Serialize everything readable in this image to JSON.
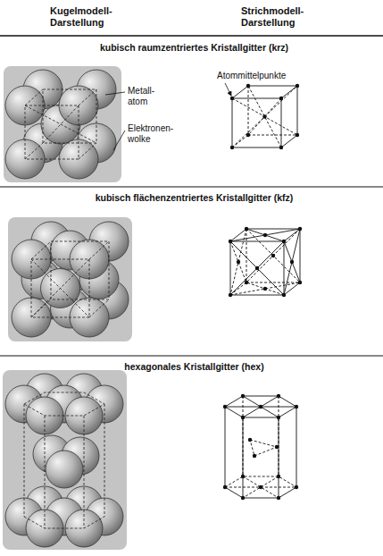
{
  "diagram": {
    "labels": [
      "Kugelmodell- Darstellung",
      "Strichmodell- Darstellung",
      "kubisch raumzentriertes Kristallgitter (krz)",
      "Atommittelpunkte",
      "Metall- atom",
      "Elektronen- wolke",
      "kubisch flächenzentriertes Kristallgitter (kfz)",
      "hexagonales Kristallgitter (hex)"
    ]
  }
}
